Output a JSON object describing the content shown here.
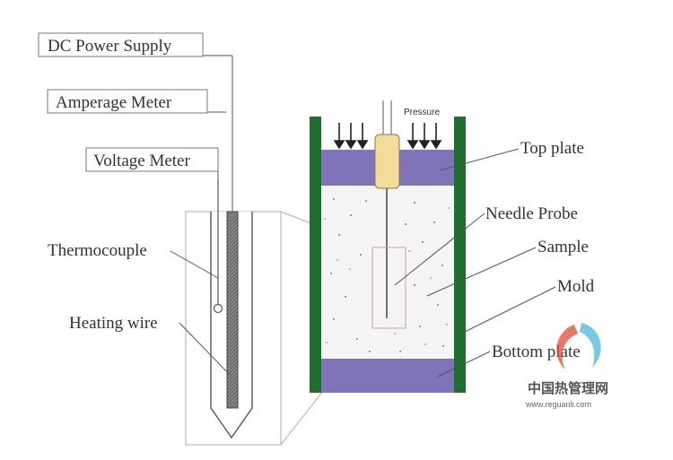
{
  "labels": {
    "dc_power_supply": "DC Power Supply",
    "amperage_meter": "Amperage Meter",
    "voltage_meter": "Voltage Meter",
    "thermocouple": "Thermocouple",
    "heating_wire": "Heating wire",
    "pressure": "Pressure",
    "top_plate": "Top plate",
    "needle_probe": "Needle Probe",
    "sample": "Sample",
    "mold": "Mold",
    "bottom_plate": "Bottom plate"
  },
  "watermark": {
    "site_name": "中国热管理网",
    "url": "www.reguanli.com"
  },
  "colors": {
    "mold_green": "#1e6e2e",
    "plate_purple": "#7f74b8",
    "sample_fill": "#f4f4f4",
    "needle_gray": "#707070",
    "line": "#555555",
    "zoom_line": "#c9a0a0",
    "probe_head": "#f3dc9a"
  }
}
